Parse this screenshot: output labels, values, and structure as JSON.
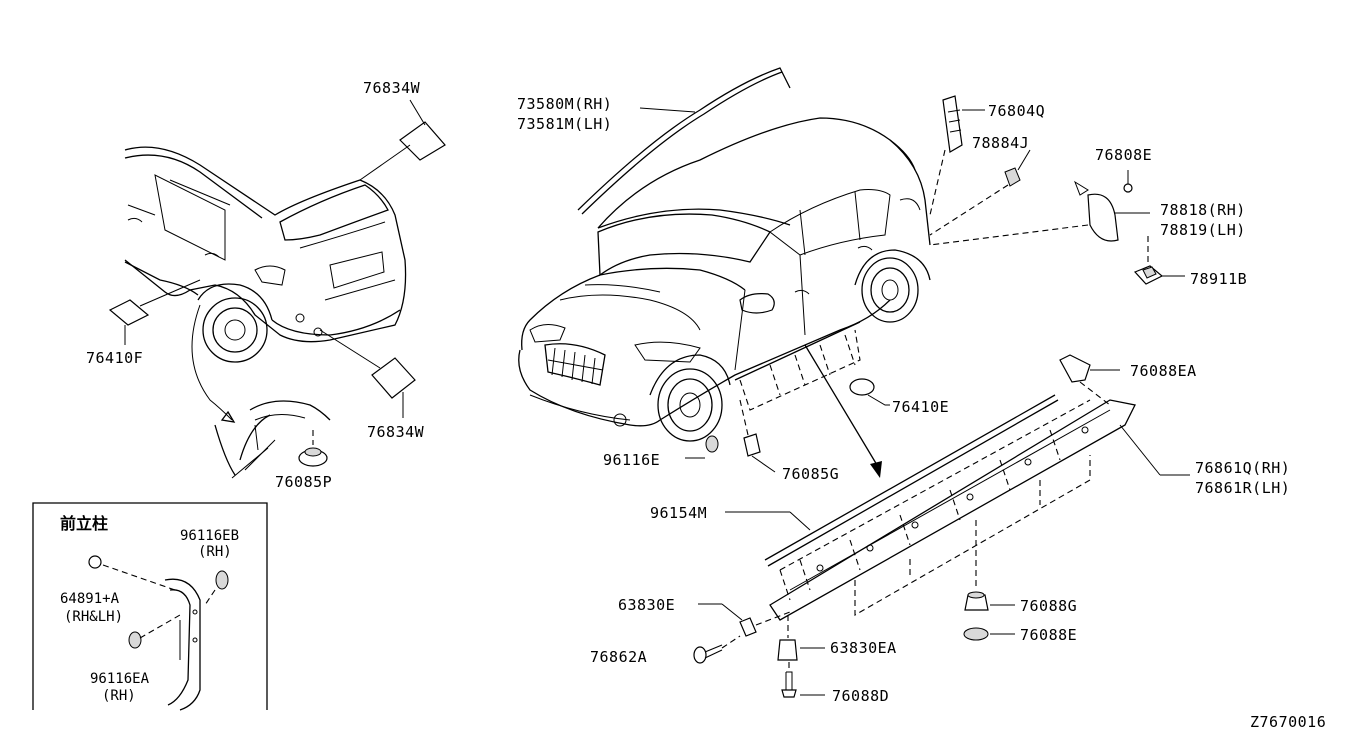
{
  "diagram_id": "Z7670016",
  "inset": {
    "title": "前立柱",
    "labels": {
      "p96116EB": "96116EB",
      "p96116EB_side": "(RH)",
      "p64891A": "64891+A",
      "p64891A_side": "(RH&LH)",
      "p96116EA": "96116EA",
      "p96116EA_side": "(RH)"
    }
  },
  "labels": {
    "p76834W_top": "76834W",
    "p76834W_bottom": "76834W",
    "p76410F": "76410F",
    "p76085P": "76085P",
    "p73580M": "73580M(RH)",
    "p73581M": "73581M(LH)",
    "p76804Q": "76804Q",
    "p78884J": "78884J",
    "p76808E": "76808E",
    "p78818": "78818(RH)",
    "p78819": "78819(LH)",
    "p78911B": "78911B",
    "p76088EA": "76088EA",
    "p76410E": "76410E",
    "p96116E": "96116E",
    "p76085G": "76085G",
    "p76861Q": "76861Q(RH)",
    "p76861R": "76861R(LH)",
    "p96154M": "96154M",
    "p63830E": "63830E",
    "p76862A": "76862A",
    "p63830EA": "63830EA",
    "p76088G": "76088G",
    "p76088E": "76088E",
    "p76088D": "76088D"
  },
  "icons": {
    "rear_car": "rear-car-view-icon",
    "front_car": "front-car-view-icon",
    "side_sill": "side-sill-molding-icon"
  }
}
